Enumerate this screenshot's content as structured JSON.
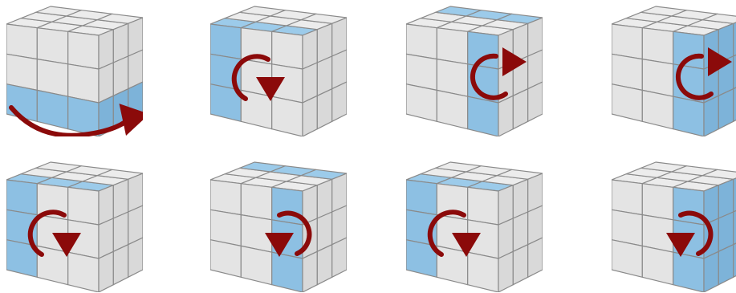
{
  "colors": {
    "background": "#ffffff",
    "face_light": "#e4e4e4",
    "face_top": "#ececec",
    "face_right_white": "#d9d9d9",
    "face_blue_front": "#8dc0e3",
    "face_blue_right": "#7db3d9",
    "face_blue_top": "#9ccbea",
    "grid_line": "#8a8a8a",
    "arrow": "#8b0a0a"
  },
  "moves": [
    {
      "id": "bottom-layer-turn",
      "highlight": "bottom",
      "arrow": "horizontal-curve-right"
    },
    {
      "id": "left-column-down",
      "highlight": "left",
      "arrow": "cw-down"
    },
    {
      "id": "right-column-up",
      "highlight": "right",
      "arrow": "ccw-up-right"
    },
    {
      "id": "right-column-up-far",
      "highlight": "right-far",
      "arrow": "ccw-up-right"
    },
    {
      "id": "left-column-down-2",
      "highlight": "left",
      "arrow": "cw-down"
    },
    {
      "id": "right-column-down",
      "highlight": "right",
      "arrow": "ccw-down"
    },
    {
      "id": "left-column-down-3",
      "highlight": "left",
      "arrow": "cw-down"
    },
    {
      "id": "right-column-down-far",
      "highlight": "right-far",
      "arrow": "ccw-down"
    }
  ]
}
